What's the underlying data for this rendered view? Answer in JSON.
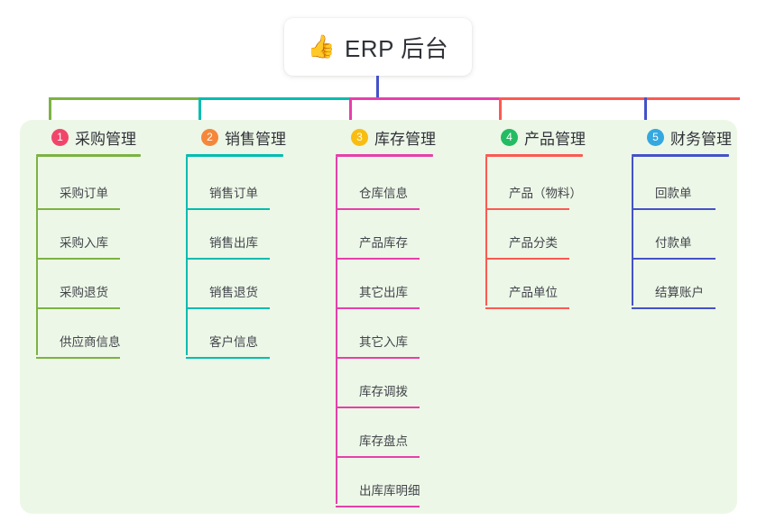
{
  "diagram": {
    "title": "ERP 后台",
    "root": {
      "icon": "thumbs-up-emoji",
      "emoji": "👍",
      "label": "ERP 后台",
      "stem_color": "#4452c8"
    },
    "panel_background": "#edf7e7",
    "columns": [
      {
        "number": "1",
        "label": "采购管理",
        "badge_color": "#f2456a",
        "line_color": "#7cb342",
        "items": [
          "采购订单",
          "采购入库",
          "采购退货",
          "供应商信息"
        ]
      },
      {
        "number": "2",
        "label": "销售管理",
        "badge_color": "#f5873a",
        "line_color": "#00bdb0",
        "items": [
          "销售订单",
          "销售出库",
          "销售退货",
          "客户信息"
        ]
      },
      {
        "number": "3",
        "label": "库存管理",
        "badge_color": "#f9bd12",
        "line_color": "#e63faa",
        "items": [
          "仓库信息",
          "产品库存",
          "其它出库",
          "其它入库",
          "库存调拨",
          "库存盘点",
          "出库库明细"
        ]
      },
      {
        "number": "4",
        "label": "产品管理",
        "badge_color": "#23bc62",
        "line_color": "#fb5a52",
        "items": [
          "产品（物料）",
          "产品分类",
          "产品单位"
        ]
      },
      {
        "number": "5",
        "label": "财务管理",
        "badge_color": "#35a8e0",
        "line_color": "#4452c8",
        "items": [
          "回款单",
          "付款单",
          "结算账户"
        ]
      }
    ]
  }
}
